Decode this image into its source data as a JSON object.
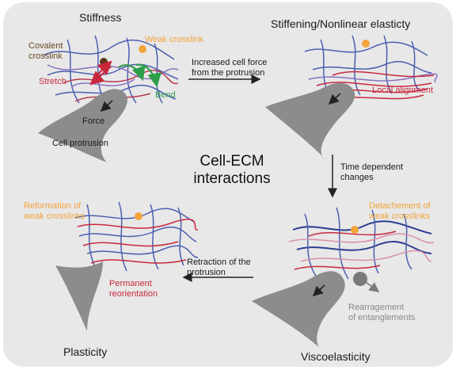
{
  "center": {
    "line1": "Cell-ECM",
    "line2": "interactions"
  },
  "panels": {
    "stiffness": {
      "title": "Stiffness",
      "covalent": "Covalent\ncrosslink",
      "weak": "Weak crosslink",
      "stretch": "Stretch",
      "bend": "Bend",
      "force": "Force",
      "protrusion": "Cell protrusion"
    },
    "stiffening": {
      "title": "Stiffening/Nonlinear elasticty",
      "alignment": "Local alignment"
    },
    "viscoelasticity": {
      "title": "Viscoelasticity",
      "detach": "Detachement of\nweak crosslinks",
      "rearrange": "Rearragement\nof entanglements"
    },
    "plasticity": {
      "title": "Plasticity",
      "reform": "Reformation of\nweak crosslinks",
      "permanent": "Permanent\nreorientation"
    }
  },
  "transitions": {
    "t1": "Increased cell force\nfrom the protrusion",
    "t2": "Time dependent\nchanges",
    "t3": "Retraction of the\nprotrusion"
  },
  "colors": {
    "background": "#e8e8e8",
    "cell": "#8c8c8c",
    "fiber_blue": "#3c4fa0",
    "fiber_red": "#c8283c",
    "fiber_pink": "#d990a8",
    "weak_crosslink": "#f2a33a",
    "covalent_crosslink": "#5a3418",
    "bend": "#2e9e4a"
  }
}
